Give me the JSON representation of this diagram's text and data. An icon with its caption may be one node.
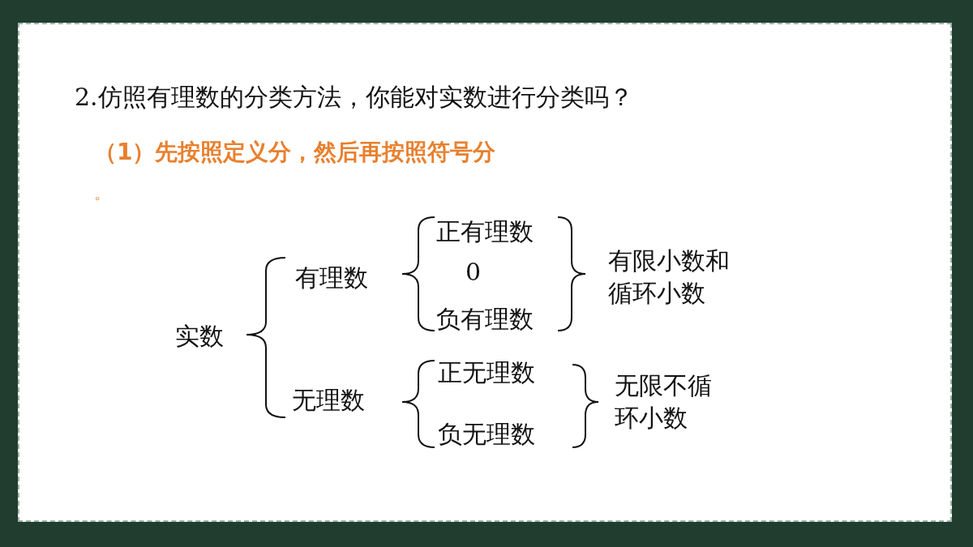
{
  "diagram": {
    "title": "2.仿照有理数的分类方法，你能对实数进行分类吗？",
    "labels": [
      "（1）先按照定义分，然后再按照符号分",
      "。",
      "正有理数",
      "有理数",
      "0",
      "有限小数和循环小数",
      "负有理数",
      "实数",
      "正无理数",
      "无理数",
      "无限不循环小数",
      "负无理数"
    ]
  }
}
